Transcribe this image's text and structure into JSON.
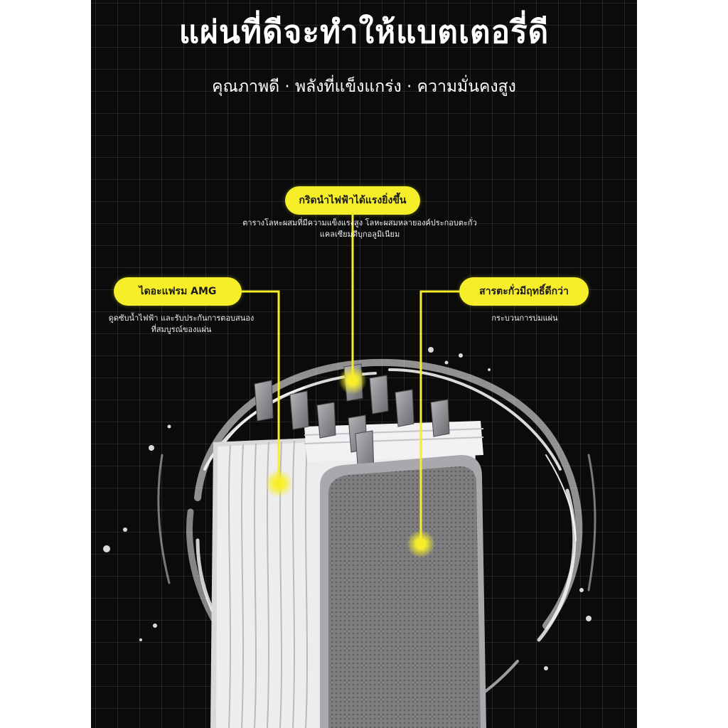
{
  "headline": {
    "title": "แผ่นที่ดีจะทำให้แบตเตอรี่ดี",
    "subtitle": "คุณภาพดี · พลังที่แข็งแกร่ง · ความมั่นคงสูง"
  },
  "callouts": {
    "top": {
      "label": "กริดนำไฟฟ้าได้แรงยิ่งขึ้น",
      "description": "ตารางโลหะผสมที่มีความแข็งแรงสูง โลหะผสมหลายองค์ประกอบตะกั่วแคลเซียมดีบุกอลูมิเนียม"
    },
    "left": {
      "label": "ไดอะแฟรม AMG",
      "description": "ดูดซับน้ำไฟฟ้า และรับประกันการตอบสนอง ที่สมบูรณ์ของแผ่น"
    },
    "right": {
      "label": "สารตะกั่วมีฤทธิ์ดีกว่า",
      "description": "กระบวนการบ่มแผ่น"
    }
  },
  "colors": {
    "accent": "#f7ee2a",
    "background": "#0b0b0b",
    "text": "#ffffff"
  }
}
